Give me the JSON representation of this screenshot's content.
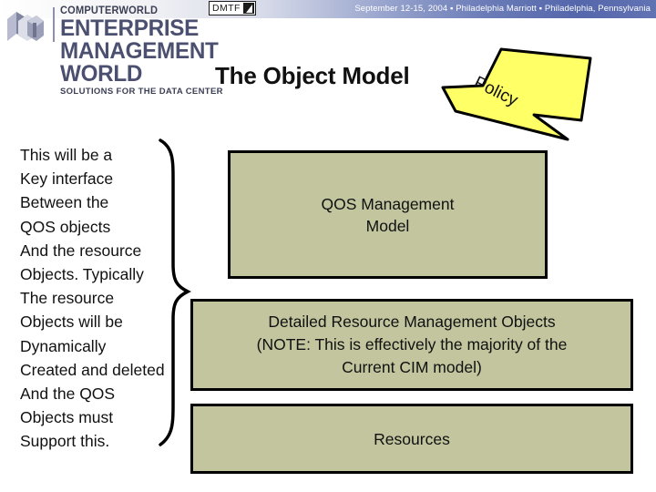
{
  "header": {
    "event_text": "September 12-15, 2004 ▪ Philadelphia Marriott ▪ Philadelphia, Pennsylvania",
    "gradient_start": "#ffffff",
    "gradient_end": "#5567ab",
    "text_color": "#ffffff"
  },
  "logo": {
    "line1": "COMPUTERWORLD",
    "line2": "ENTERPRISE MANAGEMENT WORLD",
    "line3": "SOLUTIONS FOR THE DATA CENTER",
    "icon": "cube-logo-icon",
    "color": "#4b5070"
  },
  "dmtf": {
    "label": "DMTF",
    "glyph": "dmtf-flag-icon",
    "border_color": "#1b1b1b"
  },
  "slide": {
    "title": "The Object Model",
    "title_color": "#111111",
    "background": "#ffffff"
  },
  "policy_callout": {
    "label": "Policy",
    "fill": "#ffff66",
    "stroke": "#000000",
    "shape": "rotated-callout-with-tail"
  },
  "left_note": {
    "lines": [
      "This will be a",
      "Key interface",
      "Between the",
      "QOS objects",
      "And the resource",
      "Objects. Typically",
      "The resource",
      "Objects will be",
      "Dynamically",
      "Created and deleted",
      "And the QOS",
      "Objects must",
      "Support this."
    ],
    "color": "#111111"
  },
  "brace": {
    "name": "right-curly-brace",
    "stroke": "#000000"
  },
  "boxes": {
    "fill": "#c2c59e",
    "stroke": "#000000",
    "items": [
      {
        "id": "qos-management-model",
        "lines": [
          "QOS Management",
          "Model"
        ]
      },
      {
        "id": "detailed-resource-management-objects",
        "lines": [
          "Detailed Resource Management Objects",
          "(NOTE: This is effectively the majority of the",
          "Current CIM model)"
        ]
      },
      {
        "id": "resources",
        "lines": [
          "Resources"
        ]
      }
    ]
  }
}
